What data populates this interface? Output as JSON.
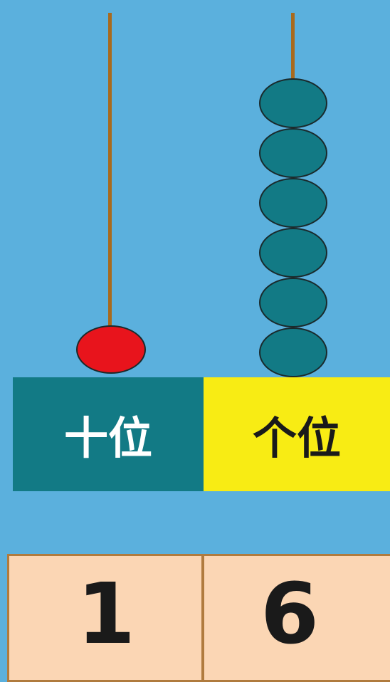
{
  "place_values": {
    "tens_label": "十位",
    "ones_label": "个位"
  },
  "beads": {
    "tens_count": 1,
    "ones_count": 6,
    "tens_color": "#e8141c",
    "ones_color": "#127a85"
  },
  "number": {
    "tens_digit": "1",
    "ones_digit": "6"
  },
  "colors": {
    "background": "#5bb0dd",
    "tens_label_bg": "#127a85",
    "ones_label_bg": "#f8ec14",
    "rod": "#a86a1e",
    "table_bg": "#fbd6b4"
  }
}
